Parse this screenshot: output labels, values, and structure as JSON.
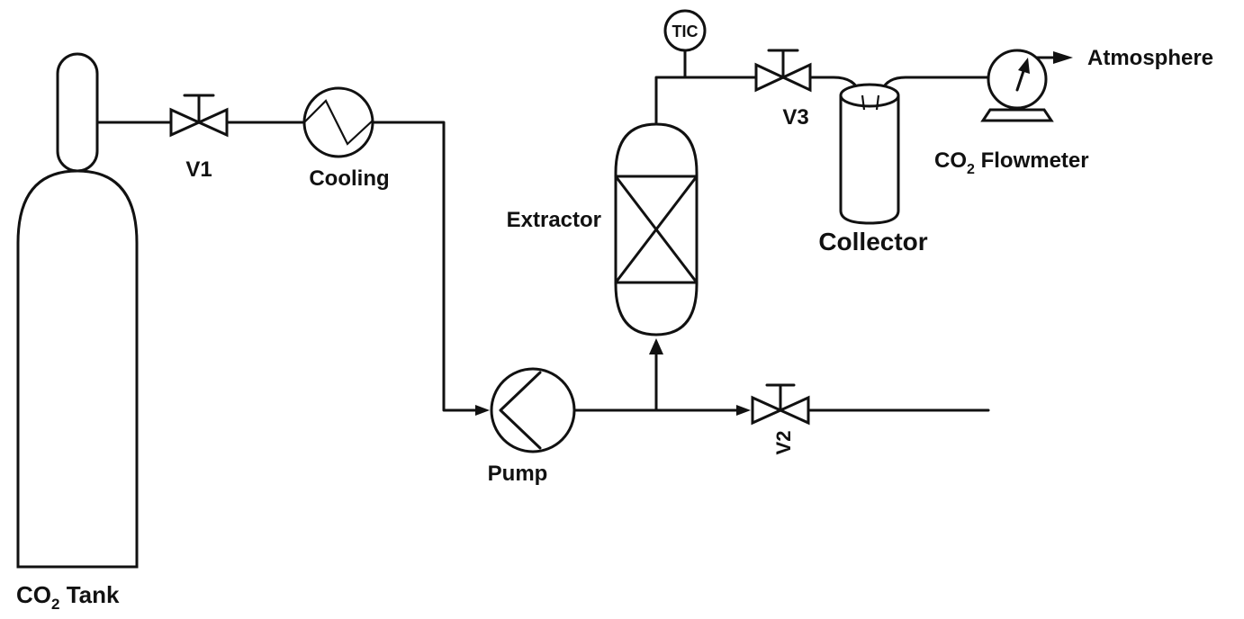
{
  "diagram": {
    "labels": {
      "tank_prefix": "CO",
      "tank_sub": "2",
      "tank_suffix": " Tank",
      "v1": "V1",
      "cooling": "Cooling",
      "pump": "Pump",
      "extractor": "Extractor",
      "tic": "TIC",
      "v2": "V2",
      "v3": "V3",
      "collector": "Collector",
      "flowmeter_prefix": "CO",
      "flowmeter_sub": "2",
      "flowmeter_suffix": " Flowmeter",
      "atmosphere": "Atmosphere"
    },
    "colors": {
      "line": "#111111",
      "background": "#ffffff"
    }
  }
}
